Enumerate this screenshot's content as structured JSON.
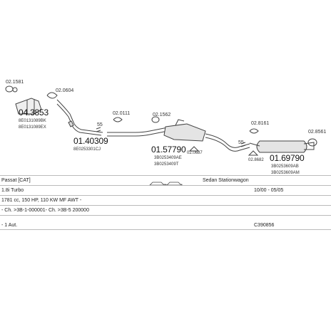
{
  "diagram": {
    "labels": {
      "part1_small": "02.1581",
      "part2_small": "02.0604",
      "part3_big": "04.3853",
      "part3_ref1": "8E0131089BK",
      "part3_ref2": "8E0131089EX",
      "part4_small": "02.0111",
      "part5_big": "01.40309",
      "part5_ref": "8E0253301CJ",
      "part6_small": "02.1562",
      "clamp_left": "55",
      "part7_big": "01.57790",
      "part7_ref1": "3B0253409AE",
      "part7_ref2": "3B0253409T",
      "part8_small": "02.0687",
      "clamp_right": "55",
      "part9_small": "02.8161",
      "part10_small": "02.8561",
      "part11_small": "02.8682",
      "part12_big": "01.69790",
      "part12_ref1": "3B0253609AB",
      "part12_ref2": "3B0253609AM"
    }
  },
  "table": {
    "model": "Passat [CAT]",
    "body_type": "Sedan Stationwagon",
    "engine": "1.8i Turbo",
    "years": "10/00 - 05/05",
    "specs": "1781 cc, 150 HP, 110 KW MF AWT -",
    "chassis": "- Ch. >3B-1-000001- Ch. >3B-5 200000",
    "trans": "- 1 Aut.",
    "code": "C390856"
  }
}
